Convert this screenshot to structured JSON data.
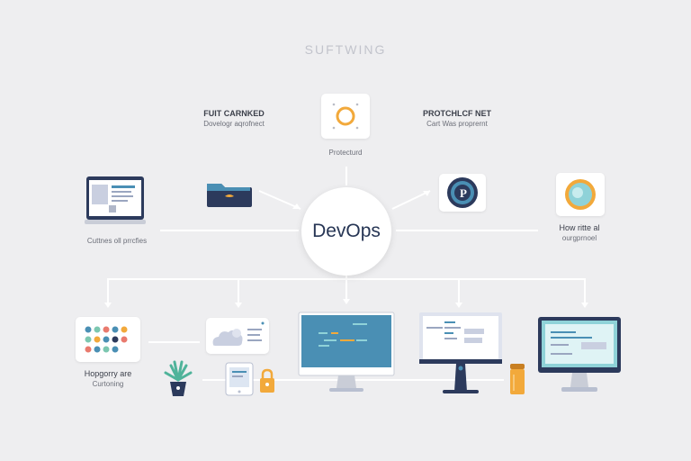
{
  "title": "SUFTWING",
  "hub": {
    "label": "DevOps"
  },
  "labels": {
    "top_left": {
      "line1": "FUIT CARNKED",
      "line2": "Dovelogr aqrofnect"
    },
    "top_center": {
      "line1": "Protecturd"
    },
    "top_right": {
      "line1": "PROTCHLCF NET",
      "line2": "Cart Was proprernt"
    },
    "mid_left": {
      "line1": "Cuttnes oll prrcfies"
    },
    "mid_right": {
      "line1": "How ritte al",
      "line2": "ourgprnoel"
    },
    "bottom_left": {
      "line1": "Hopgorry are",
      "line2": "Curtoning"
    }
  },
  "colors": {
    "hub_text": "#263554",
    "connector": "#ffffff",
    "accent_orange": "#f2a93b",
    "accent_teal": "#4a8fb4",
    "navy": "#2c3a5c"
  },
  "icons": {
    "top_center": "ring-icon",
    "folder": "folder-icon",
    "gear": "gear-icon",
    "orb": "orb-icon",
    "plant": "plant-icon",
    "tablet": "tablet-icon",
    "lock": "lock-icon",
    "cup": "cup-icon"
  }
}
